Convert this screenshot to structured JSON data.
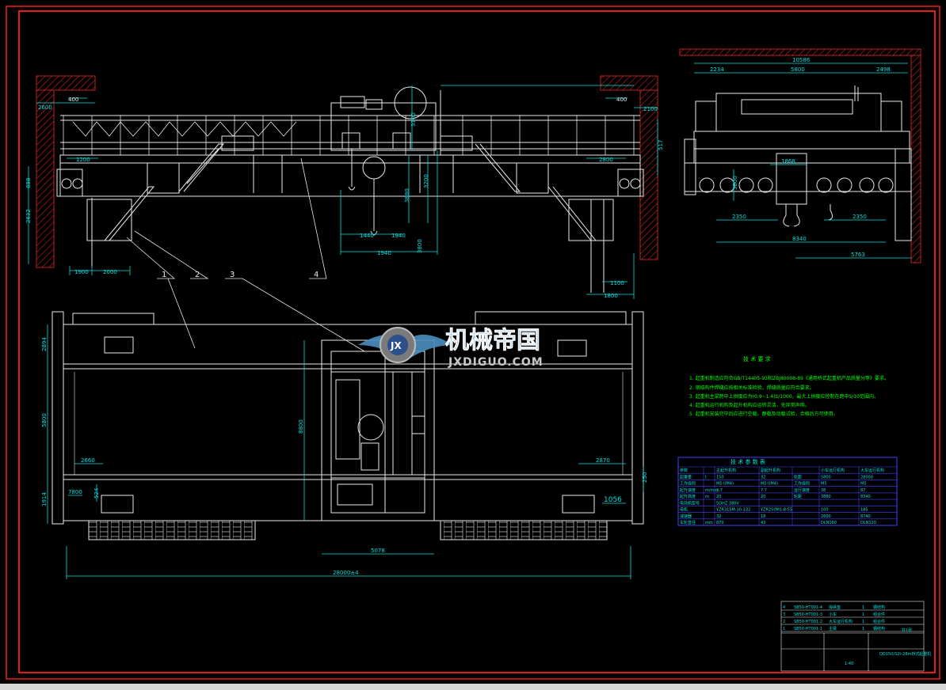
{
  "colors": {
    "background": "#000000",
    "frame": "#ff2020",
    "line": "#e8e8e8",
    "dimension": "#00e0e0",
    "annotation_text": "#00ff00",
    "table": "#4040ff",
    "hatch": "#c02020"
  },
  "elevation": {
    "dims": {
      "d400_left": "400",
      "d400_right": "400",
      "d2600": "2600",
      "d2100": "2100",
      "d1200": "1200",
      "d2800": "2800",
      "d1900": "1900",
      "d2000": "2000",
      "d1440": "1440",
      "d1940a": "1940",
      "d1940b": "1940",
      "d3100": "3100",
      "d3200": "3200",
      "d3880": "3880",
      "d517": "517",
      "d1800": "1800",
      "d1100": "1100",
      "d888": "888",
      "d2632": "2632",
      "d3800": "3800"
    },
    "callouts": [
      "1",
      "2",
      "3",
      "4"
    ]
  },
  "side_view": {
    "dims": {
      "overall": "10586",
      "d2234": "2234",
      "d5800": "5800",
      "d2498": "2498",
      "d1868": "1868",
      "d2350a": "2350",
      "d2350b": "2350",
      "d8340": "8340",
      "d5763": "5763",
      "d3800": "3800"
    }
  },
  "plan": {
    "dims": {
      "d2894": "2894",
      "d5800": "5800",
      "d1914": "1914",
      "d2660": "2660",
      "d2870": "2870",
      "d7800": "7800",
      "d524": "524",
      "d8800": "8800",
      "d1056": "1056",
      "d5078": "5078",
      "d250": "250",
      "span": "28000±4"
    }
  },
  "watermark": {
    "title": "机械帝国",
    "url": "JXDIGUO.COM",
    "badge": "JX"
  },
  "notes": {
    "heading": "技 术 要 求",
    "lines": [
      "1. 起重机制造应符合GB/T14405-93和ZBJ80008-89《通用桥式起重机产品质量分等》要求。",
      "2. 钢结构件焊缝应按相关标准检验，焊缝质量应符合要求。",
      "3. 起重机主梁跨中上拱度应为(0.9~1.4)S/1000，最大上拱度应控制在跨中S/10范围内。",
      "4. 起重机运行机构及起升机构应运转灵活，无异常声响。",
      "5. 起重机安装完毕后应进行空载、静载及动载试验，合格后方可使用。"
    ]
  },
  "params_table": {
    "title": "技   术   参   数   表",
    "rows": [
      [
        "参数",
        "",
        "主起升机构",
        "副起升机构",
        "",
        "小车运行机构",
        "大车运行机构"
      ],
      [
        "起重量",
        "t",
        "150",
        "32",
        "轨距",
        "5800",
        "28000"
      ],
      [
        "工作级别",
        "",
        "M5·I(M4)",
        "M5·I(M4)",
        "工作级别",
        "M5",
        "M5"
      ],
      [
        "起升速度",
        "m/min",
        "3.7",
        "7.7",
        "运行速度",
        "38",
        "87"
      ],
      [
        "起升高度",
        "m",
        "20",
        "20",
        "轮距",
        "3880",
        "8340"
      ],
      [
        "电动机型号",
        "",
        "5OHZ  380V",
        "",
        "",
        "",
        ""
      ],
      [
        "电机",
        "",
        "YZR315M-10-132",
        "YZR250M1-8-55",
        "",
        "100",
        "185"
      ],
      [
        "减速器",
        "",
        "32",
        "18",
        "",
        "2600",
        "8740"
      ],
      [
        "车轮直径",
        "mm",
        "870",
        "43",
        "",
        "DLN160",
        "DLN120"
      ]
    ]
  },
  "title_block": {
    "parts": [
      [
        "4",
        "SB50-HT001-4",
        "操纵室",
        "1",
        "钢结构"
      ],
      [
        "3",
        "SB50-HT001-3",
        "小车",
        "1",
        "组合件"
      ],
      [
        "2",
        "SB50-HT001-2",
        "大车运行机构",
        "1",
        "组合件"
      ],
      [
        "1",
        "SB50-HT001-1",
        "主梁",
        "1",
        "钢结构"
      ]
    ],
    "drawing_name": "QD150/32t-28m桥式起重机",
    "scale": "1:40",
    "sheet": "共1张"
  }
}
